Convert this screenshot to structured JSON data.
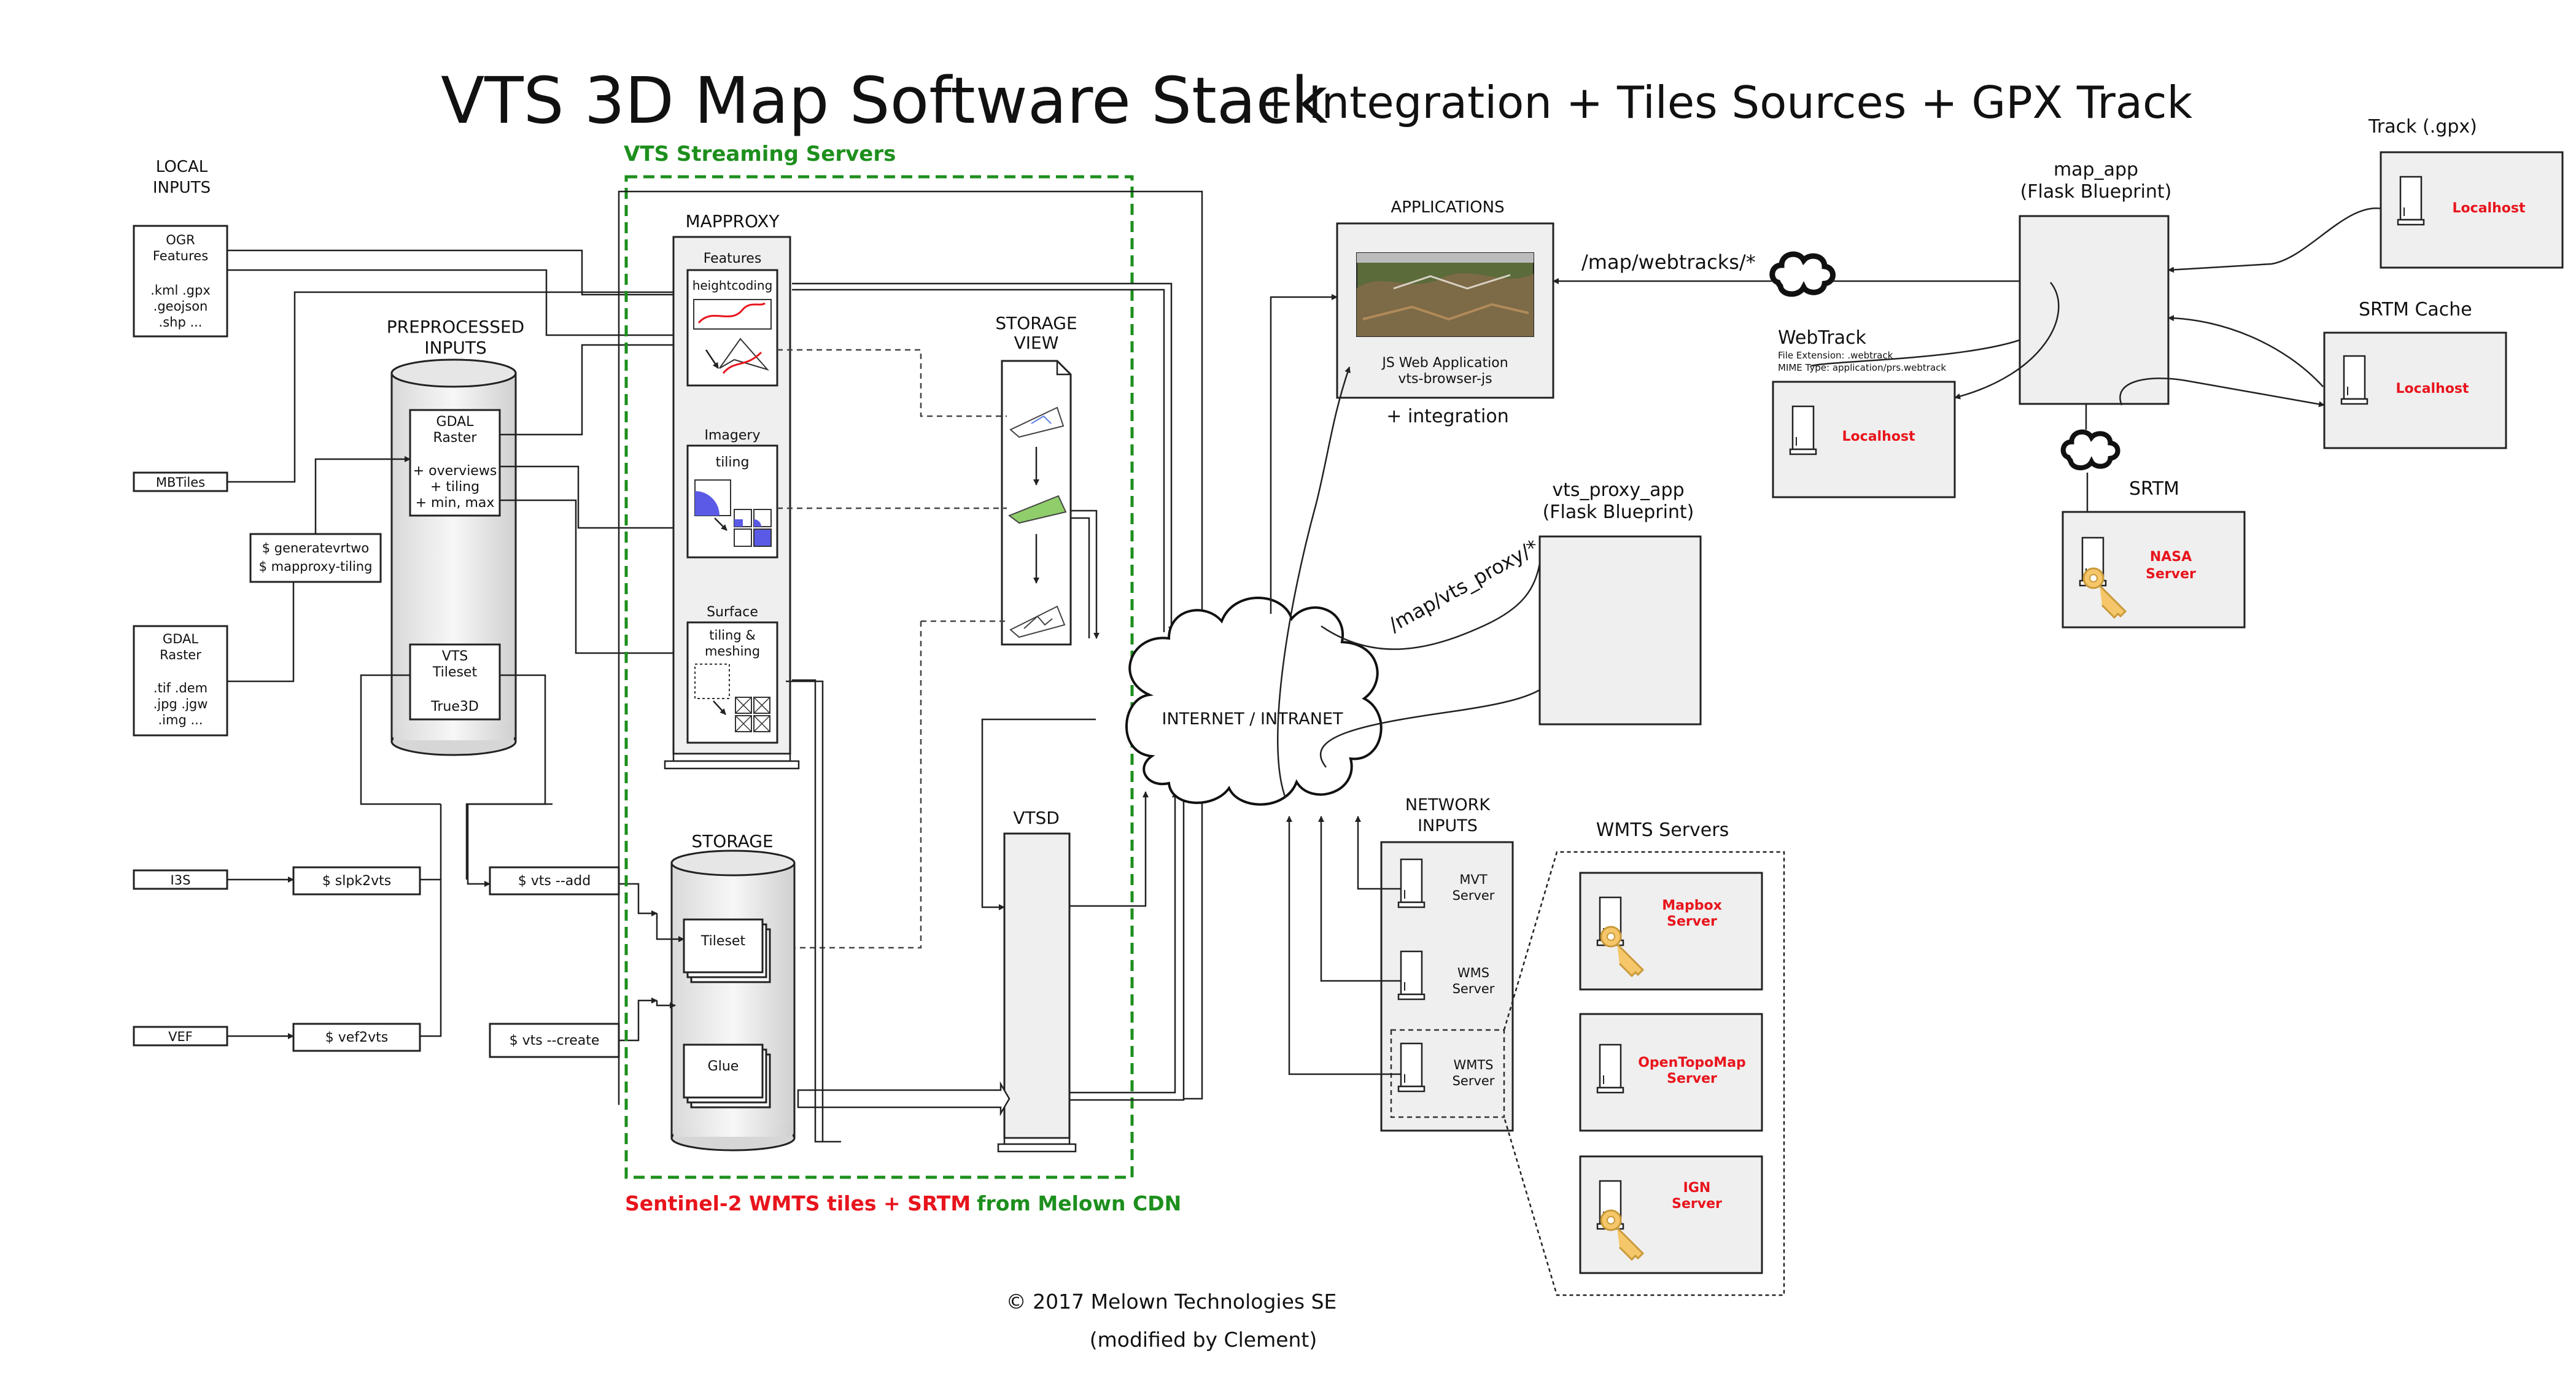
{
  "title": {
    "main": "VTS 3D Map Software Stack",
    "suffix": "+ Integration + Tiles Sources + GPX Track"
  },
  "local_inputs": {
    "heading": [
      "LOCAL",
      "INPUTS"
    ],
    "ogr": [
      "OGR",
      "Features",
      "",
      ".kml .gpx",
      ".geojson",
      ".shp ..."
    ],
    "mbtiles": "MBTiles",
    "gdal": [
      "GDAL",
      "Raster",
      "",
      ".tif .dem",
      ".jpg .jgw",
      ".img ..."
    ],
    "i3s": "I3S",
    "vef": "VEF"
  },
  "commands": {
    "generatevrt": [
      "$ generatevrtwo",
      "$ mapproxy-tiling"
    ],
    "slpk2vts": "$ slpk2vts",
    "vef2vts": "$ vef2vts",
    "vts_add": "$ vts --add",
    "vts_create": "$ vts --create"
  },
  "preprocessed": {
    "heading": [
      "PREPROCESSED",
      "INPUTS"
    ],
    "gdal_box": [
      "GDAL",
      "Raster",
      "",
      "+ overviews",
      "+ tiling",
      "+ min, max"
    ],
    "vts_box": [
      "VTS",
      "Tileset",
      "",
      "True3D"
    ]
  },
  "streaming": {
    "heading": "VTS Streaming Servers",
    "footer_red": "Sentinel-2 WMTS tiles + SRTM",
    "footer_green": "from Melown CDN",
    "mapproxy": "MAPPROXY",
    "features": "Features",
    "heightcoding": "heightcoding",
    "imagery": "Imagery",
    "tiling": "tiling",
    "surface": "Surface",
    "tiling_meshing": [
      "tiling &",
      "meshing"
    ],
    "storage_view": [
      "STORAGE",
      "VIEW"
    ],
    "storage": "STORAGE",
    "tileset": "Tileset",
    "glue": "Glue",
    "vtsd": "VTSD"
  },
  "internet": "INTERNET / INTRANET",
  "applications": {
    "heading": "APPLICATIONS",
    "label": [
      "JS Web Application",
      "vts-browser-js"
    ],
    "integration": "+ integration"
  },
  "routes": {
    "webtracks": "/map/webtracks/*",
    "vts_proxy": "/map/vts_proxy/*"
  },
  "vts_proxy_app": [
    "vts_proxy_app",
    "(Flask Blueprint)"
  ],
  "map_app": [
    "map_app",
    "(Flask Blueprint)"
  ],
  "webtrack": {
    "title": "WebTrack",
    "ext": "File Extension: .webtrack",
    "mime": "MIME Type: application/prs.webtrack",
    "server": "Localhost"
  },
  "track_gpx": {
    "title": "Track (.gpx)",
    "server": "Localhost"
  },
  "srtm_cache": {
    "title": "SRTM Cache",
    "server": "Localhost"
  },
  "srtm": {
    "title": "SRTM",
    "server": [
      "NASA",
      "Server"
    ]
  },
  "network_inputs": {
    "heading": [
      "NETWORK",
      "INPUTS"
    ],
    "mvt": [
      "MVT",
      "Server"
    ],
    "wms": [
      "WMS",
      "Server"
    ],
    "wmts": [
      "WMTS",
      "Server"
    ]
  },
  "wmts_servers": {
    "heading": "WMTS Servers",
    "mapbox": [
      "Mapbox",
      "Server"
    ],
    "opentopomap": [
      "OpenTopoMap",
      "Server"
    ],
    "ign": [
      "IGN",
      "Server"
    ]
  },
  "credits": {
    "copyright": "© 2017 Melown Technologies SE",
    "modified": "(modified by Clement)"
  },
  "colors": {
    "green": "#1d8f1d",
    "red": "#e8141c",
    "grey_box": "#efefef",
    "key": "#f5c76a"
  }
}
